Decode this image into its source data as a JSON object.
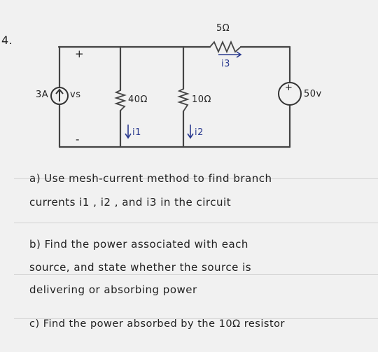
{
  "problem": {
    "number": "4."
  },
  "circuit": {
    "r3_label": "5Ω",
    "i3_label": "i3",
    "plus": "+",
    "minus": "-",
    "source_current": "3A",
    "vs_label": "vs",
    "r1_label": "40Ω",
    "r2_label": "10Ω",
    "source_voltage": "50v",
    "i1_label": "i1",
    "i2_label": "i2"
  },
  "questions": {
    "a_line1": "a) Use mesh-current method to find branch",
    "a_line2": "currents i1 , i2 , and i3 in the circuit",
    "b_line1": "b) Find the power associated with each",
    "b_line2": "source, and state whether the source is",
    "b_line3": "delivering or absorbing power",
    "c": "c) Find the power absorbed by the 10Ω resistor"
  }
}
